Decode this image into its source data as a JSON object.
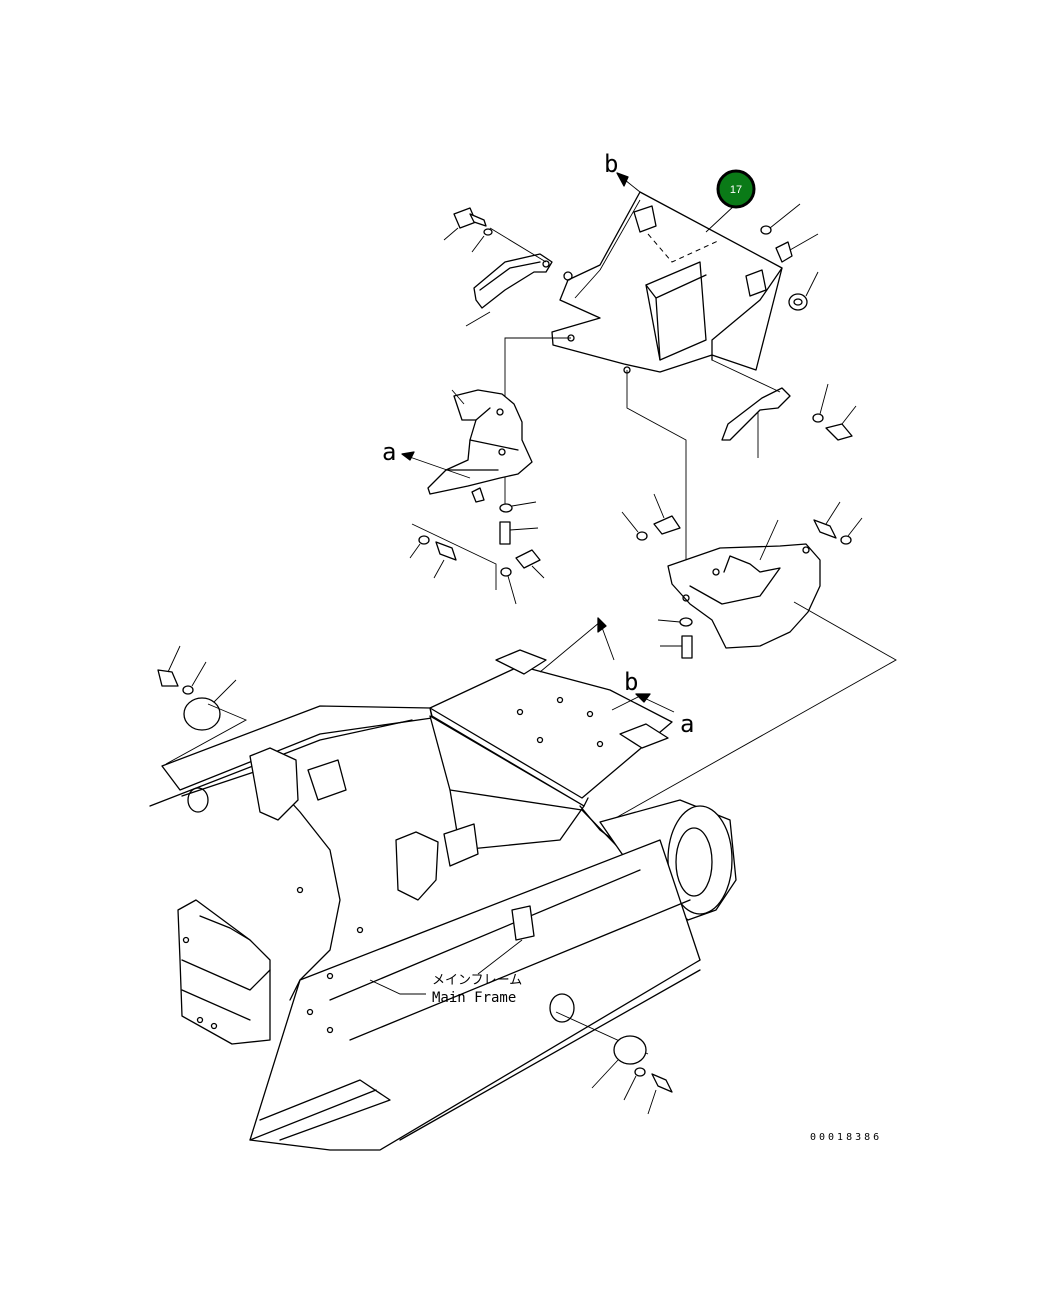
{
  "callout": {
    "number": "17",
    "color": "#0a7a17"
  },
  "view_labels": {
    "a_top": "a",
    "b_top": "b",
    "b_bottom": "b",
    "a_bottom": "a"
  },
  "frame_label": {
    "japanese": "メインフレーム",
    "english": "Main Frame"
  },
  "drawing_number": "00018386"
}
